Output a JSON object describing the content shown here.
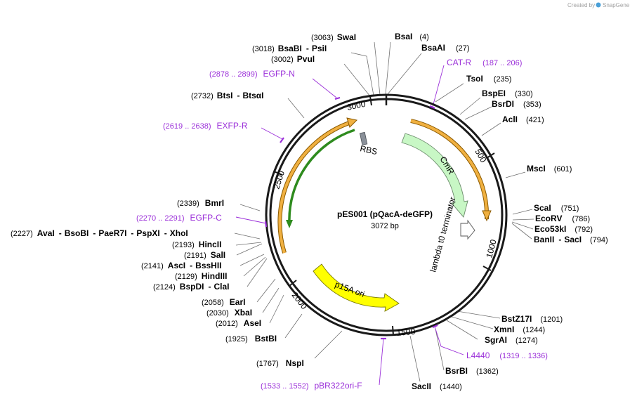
{
  "credit": {
    "created_by": "Created by",
    "brand": "SnapGene"
  },
  "plasmid": {
    "name": "pES001 (pQacA-deGFP)",
    "length": "3072 bp"
  },
  "ticks": [
    "500",
    "1000",
    "1500",
    "2000",
    "2500",
    "3000"
  ],
  "features": {
    "cmr": "CmR",
    "terminator": "lambda t0 terminator",
    "p15a": "p15A ori",
    "rbs": "RBS"
  },
  "enzymes": [
    {
      "id": "swai",
      "pos": "(3063)",
      "name": "SwaI"
    },
    {
      "id": "bsai",
      "name": "BsaI",
      "pos": "(4)"
    },
    {
      "id": "bsaai",
      "name": "BsaAI",
      "pos": "(27)"
    },
    {
      "id": "bsabi",
      "pos": "(3018)",
      "name": "BsaBI",
      "name2": "PsiI"
    },
    {
      "id": "pvui",
      "pos": "(3002)",
      "name": "PvuI"
    },
    {
      "id": "tsoi",
      "name": "TsoI",
      "pos": "(235)"
    },
    {
      "id": "bspei",
      "name": "BspEI",
      "pos": "(330)"
    },
    {
      "id": "bsrdi",
      "name": "BsrDI",
      "pos": "(353)"
    },
    {
      "id": "btsi",
      "pos": "(2732)",
      "name": "BtsI",
      "name2": "BtsαI"
    },
    {
      "id": "acli",
      "name": "AclI",
      "pos": "(421)"
    },
    {
      "id": "msci",
      "name": "MscI",
      "pos": "(601)"
    },
    {
      "id": "scai",
      "name": "ScaI",
      "pos": "(751)"
    },
    {
      "id": "ecorv",
      "name": "EcoRV",
      "pos": "(786)"
    },
    {
      "id": "eco53ki",
      "name": "Eco53kI",
      "pos": "(792)"
    },
    {
      "id": "banii",
      "name": "BanII",
      "name2": "SacI",
      "pos": "(794)"
    },
    {
      "id": "bmri",
      "pos": "(2339)",
      "name": "BmrI"
    },
    {
      "id": "avai",
      "pos": "(2227)",
      "name": "AvaI",
      "name2": "BsoBI",
      "name3": "PaeR7I",
      "name4": "PspXI",
      "name5": "XhoI"
    },
    {
      "id": "hincii",
      "pos": "(2193)",
      "name": "HincII"
    },
    {
      "id": "sali",
      "pos": "(2191)",
      "name": "SalI"
    },
    {
      "id": "asci",
      "pos": "(2141)",
      "name": "AscI",
      "name2": "BssHII"
    },
    {
      "id": "hindiii",
      "pos": "(2129)",
      "name": "HindIII"
    },
    {
      "id": "bspdi",
      "pos": "(2124)",
      "name": "BspDI",
      "name2": "ClaI"
    },
    {
      "id": "eari",
      "pos": "(2058)",
      "name": "EarI"
    },
    {
      "id": "xbai",
      "pos": "(2030)",
      "name": "XbaI"
    },
    {
      "id": "asei",
      "pos": "(2012)",
      "name": "AseI"
    },
    {
      "id": "bstbi",
      "pos": "(1925)",
      "name": "BstBI"
    },
    {
      "id": "nspi",
      "pos": "(1767)",
      "name": "NspI"
    },
    {
      "id": "bstz17i",
      "name": "BstZ17I",
      "pos": "(1201)"
    },
    {
      "id": "xmni",
      "name": "XmnI",
      "pos": "(1244)"
    },
    {
      "id": "sgrai",
      "name": "SgrAI",
      "pos": "(1274)"
    },
    {
      "id": "bsrbi",
      "name": "BsrBI",
      "pos": "(1362)"
    },
    {
      "id": "sacii",
      "name": "SacII",
      "pos": "(1440)"
    }
  ],
  "primers": [
    {
      "id": "egfpn",
      "pos": "(2878 .. 2899)",
      "name": "EGFP-N"
    },
    {
      "id": "catr",
      "name": "CAT-R",
      "pos": "(187 .. 206)"
    },
    {
      "id": "exfpr",
      "pos": "(2619 .. 2638)",
      "name": "EXFP-R"
    },
    {
      "id": "egfpc",
      "pos": "(2270 .. 2291)",
      "name": "EGFP-C"
    },
    {
      "id": "l4440",
      "name": "L4440",
      "pos": "(1319 .. 1336)"
    },
    {
      "id": "pbr322",
      "pos": "(1533 .. 1552)",
      "name": "pBR322ori-F"
    }
  ],
  "colors": {
    "backbone": "#1a1a1a",
    "primer": "#9b30d9",
    "orange_arrow": "#f0b040",
    "green_arrow": "#2e8b1e",
    "cmr_fill": "#c8f7c5",
    "p15a_fill": "#ffff00",
    "terminator_fill": "#ffffff",
    "rbs_fill": "#8a9099"
  }
}
